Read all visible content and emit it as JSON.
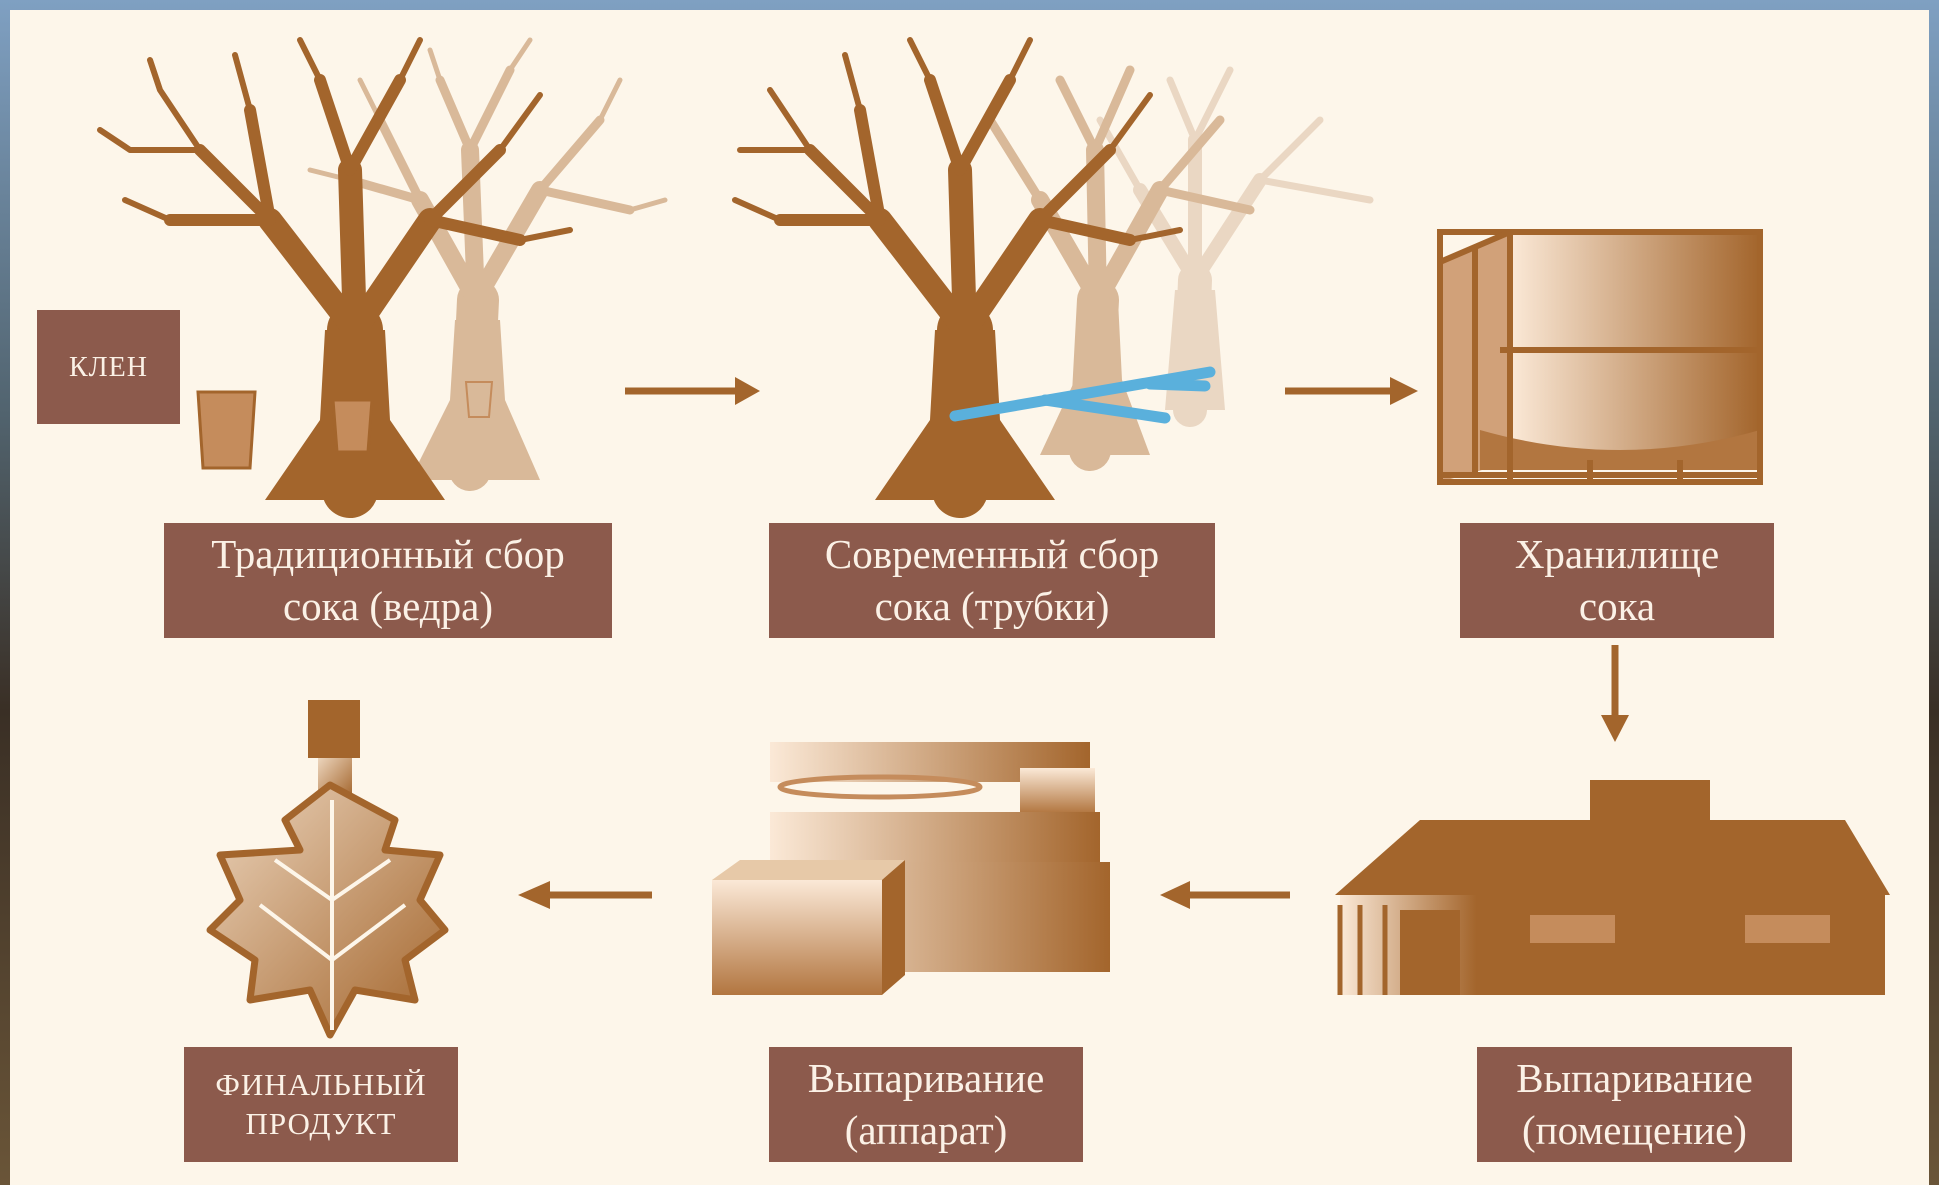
{
  "steps": [
    {
      "lines": [
        "Традиционный сбор",
        "сока (ведра)"
      ]
    },
    {
      "lines": [
        "Современный сбор",
        "сока (трубки)"
      ]
    },
    {
      "lines": [
        "Хранилище",
        "сока"
      ]
    },
    {
      "lines": [
        "Выпаривание",
        "(помещение)"
      ]
    },
    {
      "lines": [
        "Выпаривание",
        "(аппарат)"
      ]
    },
    {
      "lines": [
        "ФИНАЛЬНЫЙ",
        "ПРОДУКТ"
      ]
    }
  ],
  "side_label": "КЛЕН",
  "colors": {
    "label_bg": "#8c5a4c",
    "label_text": "#fbf1e6",
    "illustration": "#a3652c",
    "illustration_light": "#d9b999",
    "tubing": "#5ab0dc",
    "background": "#fdf6ea"
  }
}
